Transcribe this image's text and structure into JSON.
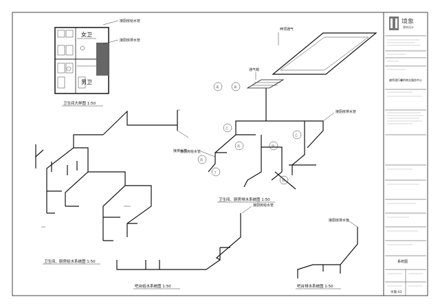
{
  "titleblock": {
    "logo_text": "境象",
    "logo_sub": "建筑设计",
    "project": "越秀银行馨桥商业服务中心",
    "drawing_name": "系统图",
    "sheet_no": "水施-03"
  },
  "views": {
    "bathroom_plan": {
      "caption": "卫生间大样图 1:50",
      "room_female": "女卫",
      "room_male": "男卫",
      "callout_supply": "接厨房给水管",
      "callout_drain": "接厨房排水管"
    },
    "drain_system": {
      "caption": "卫生间、厨房排水系统图 1:50",
      "callout_vent": "伸顶通气",
      "callout_kitchen": "接厨房排水管",
      "callout_detail": "接排水沟",
      "circle_tags": [
        "清",
        "清",
        "乙",
        "丙",
        "丁",
        "丙",
        "甲",
        "乙",
        "丙"
      ]
    },
    "supply_system": {
      "caption": "卫生间、厨房给水系统图 1:50",
      "callout_supply": "接厨房给水管"
    },
    "bar_supply": {
      "caption": "吧台给水系统图 1:50",
      "callout": "接厨房给水管"
    },
    "bar_drain": {
      "caption": "吧台排水系统图 1:50",
      "callout": "接厨房排水管"
    }
  },
  "colors": {
    "line": "#111111",
    "logo": "#6b6b6b"
  }
}
